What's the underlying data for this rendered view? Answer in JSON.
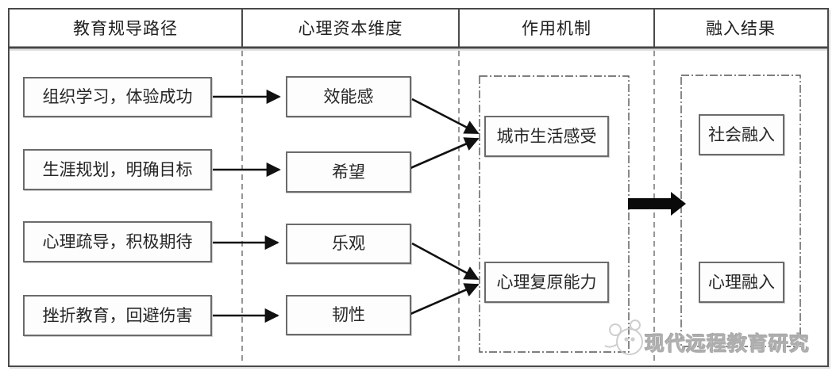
{
  "figure": {
    "type": "flow-diagram",
    "language": "zh-CN"
  },
  "columns": [
    {
      "id": "guidance-path",
      "header": "教育规导路径",
      "boxes": [
        "组织学习，体验成功",
        "生涯规划，明确目标",
        "心理疏导，积极期待",
        "挫折教育，回避伤害"
      ]
    },
    {
      "id": "psych-capital-dimension",
      "header": "心理资本维度",
      "boxes": [
        "效能感",
        "希望",
        "乐观",
        "韧性"
      ]
    },
    {
      "id": "mechanism",
      "header": "作用机制",
      "boxes": [
        "城市生活感受",
        "心理复原能力"
      ]
    },
    {
      "id": "integration-result",
      "header": "融入结果",
      "boxes": [
        "社会融入",
        "心理融入"
      ]
    }
  ],
  "edges": [
    {
      "from": "组织学习，体验成功",
      "to": "效能感",
      "style": "thin-arrow"
    },
    {
      "from": "生涯规划，明确目标",
      "to": "希望",
      "style": "thin-arrow"
    },
    {
      "from": "心理疏导，积极期待",
      "to": "乐观",
      "style": "thin-arrow"
    },
    {
      "from": "挫折教育，回避伤害",
      "to": "韧性",
      "style": "thin-arrow"
    },
    {
      "from": "效能感",
      "to": "城市生活感受",
      "style": "thin-arrow"
    },
    {
      "from": "希望",
      "to": "城市生活感受",
      "style": "thin-arrow"
    },
    {
      "from": "乐观",
      "to": "心理复原能力",
      "style": "thin-arrow"
    },
    {
      "from": "韧性",
      "to": "心理复原能力",
      "style": "thin-arrow"
    },
    {
      "from": "作用机制",
      "to": "融入结果",
      "style": "thick-block-arrow"
    }
  ],
  "watermark": {
    "text": "现代远程教育研究",
    "logo": "journal-mascot-logo"
  },
  "colors": {
    "background": "#ffffff",
    "frame_border": "#4a4a4a",
    "box_border": "#6b6b6b",
    "arrow": "#111111",
    "text": "#262626",
    "watermark_gray": "#cfcfcf"
  }
}
